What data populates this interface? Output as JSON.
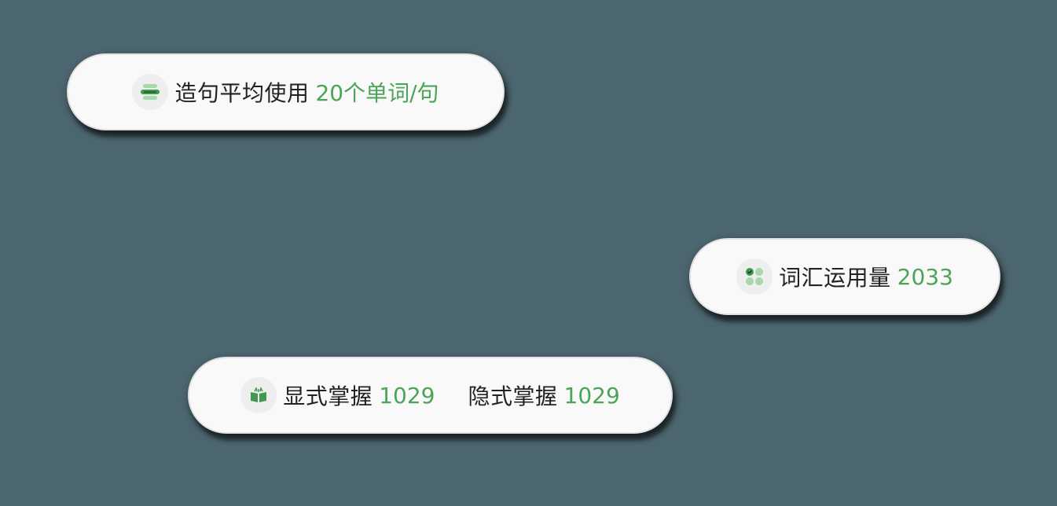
{
  "colors": {
    "background": "#4d6770",
    "pill_background": "#f9f9f9",
    "accent_green": "#4aa558",
    "text_dark": "#222222",
    "icon_badge": "#eeeeee"
  },
  "cards": {
    "sentence": {
      "icon": "sentence-layers-icon",
      "label": "造句平均使用",
      "value": "20个单词/句"
    },
    "vocab": {
      "icon": "word-grid-check-icon",
      "label": "词汇运用量",
      "value": "2033"
    },
    "mastery": {
      "icon": "open-book-icon",
      "explicit_label": "显式掌握",
      "explicit_value": "1029",
      "implicit_label": "隐式掌握",
      "implicit_value": "1029"
    }
  }
}
